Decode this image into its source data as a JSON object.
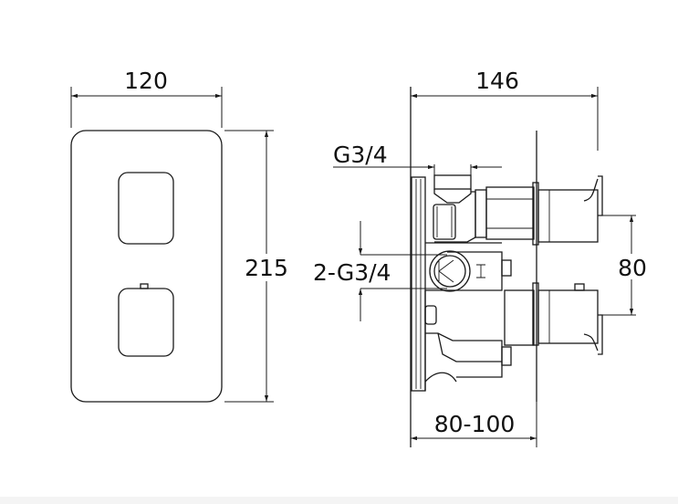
{
  "front_view": {
    "width_label": "120",
    "height_label": "215"
  },
  "side_view": {
    "depth_label": "146",
    "top_outlet_label": "G3/4",
    "inlet_label": "2-G3/4",
    "handle_spacing_label": "80",
    "wall_depth_label": "80-100"
  }
}
